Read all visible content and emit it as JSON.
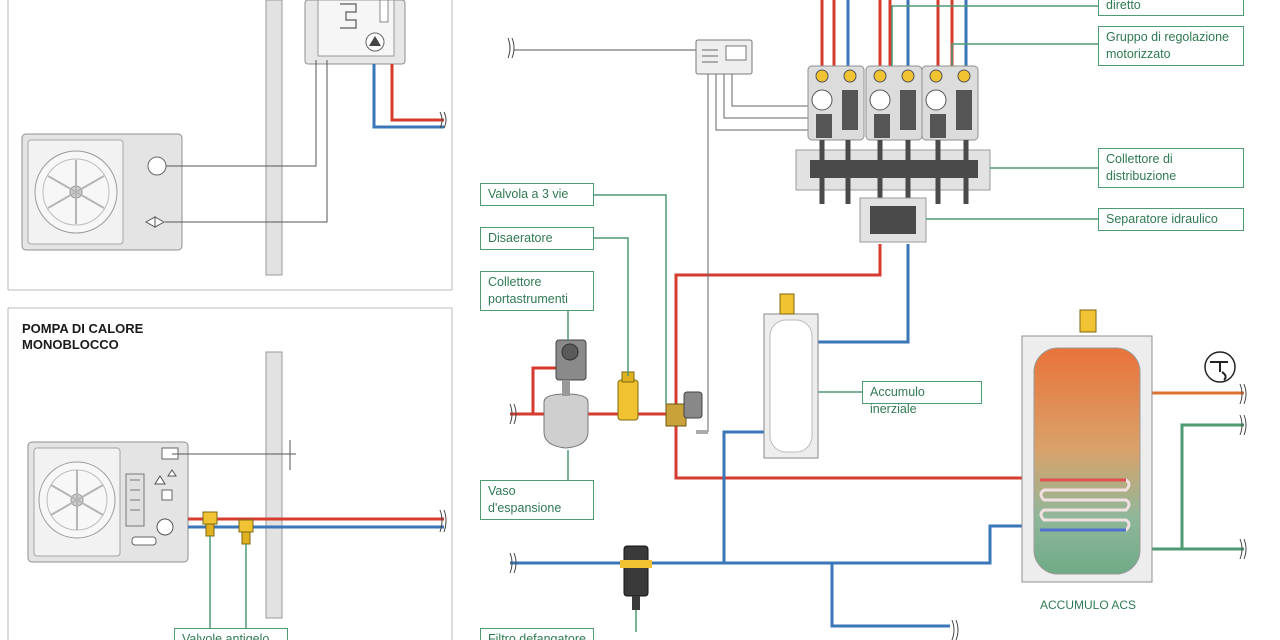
{
  "labels": {
    "diretto": "diretto",
    "gruppo_motorizzato": "Gruppo di regolazione\nmotorizzato",
    "collettore_distribuzione": "Collettore di\ndistribuzione",
    "separatore_idraulico": "Separatore idraulico",
    "valvola_3_vie": "Valvola a 3 vie",
    "disaeratore": "Disaeratore",
    "collettore_portastrumenti": "Collettore\nportastrumenti",
    "vaso_espansione": "Vaso\nd'espansione",
    "accumulo_inerziale": "Accumulo inerziale",
    "filtro_defangatore": "Filtro defangatore",
    "valvole_antigelo": "Valvole antigelo",
    "pompa_monoblocco": "POMPA DI CALORE\nMONOBLOCCO",
    "accumulo_acs": "ACCUMULO ACS"
  },
  "colors": {
    "hot_pipe": "#d63b2f",
    "cold_pipe": "#3a76b8",
    "dhw_pipe": "#4e9a72",
    "label_green": "#2f7a52",
    "outline_grey": "#9a9a9a"
  }
}
